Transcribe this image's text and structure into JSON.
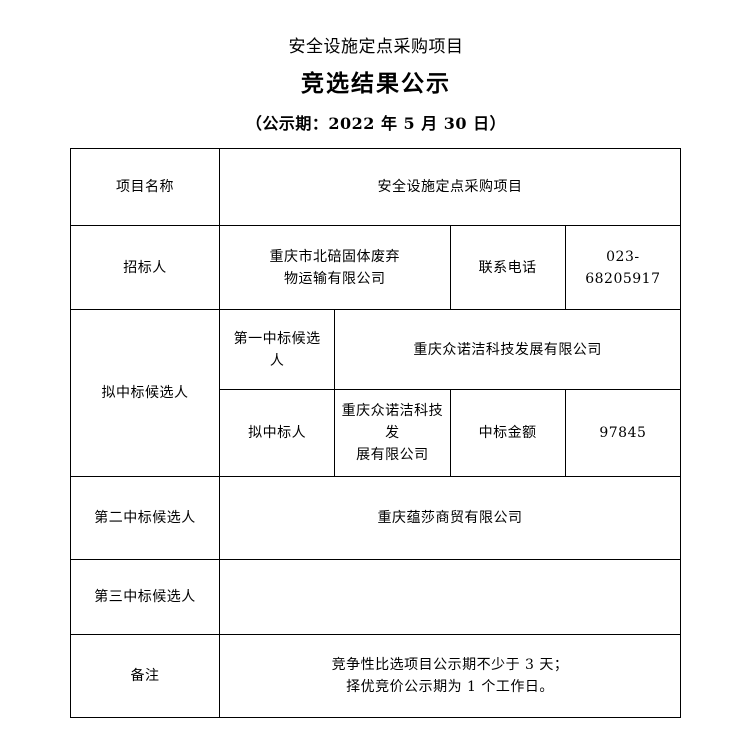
{
  "header": {
    "subject": "安全设施定点采购项目",
    "title": "竞选结果公示",
    "period": "（公示期：2022 年 5 月 30 日）"
  },
  "table": {
    "rows": {
      "project_name": {
        "label": "项目名称",
        "value": "安全设施定点采购项目"
      },
      "tenderer": {
        "label": "招标人",
        "value": "重庆市北碚固体废弃\n物运输有限公司",
        "contact_label": "联系电话",
        "contact_value": "023-68205917"
      },
      "candidates": {
        "label": "拟中标候选人",
        "first_label": "第一中标候选\n人",
        "first_value": "重庆众诺洁科技发展有限公司",
        "winner_label": "拟中标人",
        "winner_value": "重庆众诺洁科技发\n展有限公司",
        "amount_label": "中标金额",
        "amount_value": "97845"
      },
      "second_candidate": {
        "label": "第二中标候选人",
        "value": "重庆蕴莎商贸有限公司"
      },
      "third_candidate": {
        "label": "第三中标候选人",
        "value": ""
      },
      "remark": {
        "label": "备注",
        "value": "竞争性比选项目公示期不少于 3 天；\n择优竞价公示期为 1 个工作日。"
      }
    }
  },
  "colors": {
    "page_background": "#ffffff",
    "text": "#000000",
    "table_border": "#000000"
  }
}
